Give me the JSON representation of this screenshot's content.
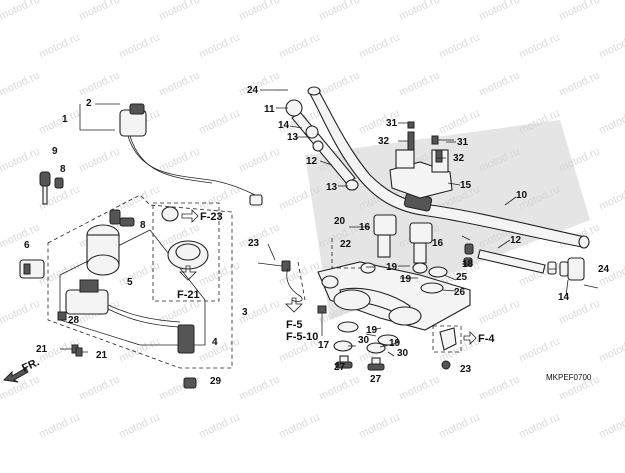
{
  "watermark": "motod.ru",
  "diagram_code": "MKPEF0700",
  "direction_label": "FR.",
  "callouts": {
    "c1": "1",
    "c2": "2",
    "c3": "3",
    "c4": "4",
    "c5": "5",
    "c6": "6",
    "c8": "8",
    "c9": "9",
    "c10": "10",
    "c11": "11",
    "c12a": "12",
    "c12b": "12",
    "c13a": "13",
    "c13b": "13",
    "c14a": "14",
    "c14b": "14",
    "c15": "15",
    "c16a": "16",
    "c16b": "16",
    "c17": "17",
    "c18": "18",
    "c19a": "19",
    "c19b": "19",
    "c19c": "19",
    "c19d": "19",
    "c20": "20",
    "c21a": "21",
    "c21b": "21",
    "c22": "22",
    "c23a": "23",
    "c23b": "23",
    "c24a": "24",
    "c24b": "24",
    "c25": "25",
    "c26": "26",
    "c27a": "27",
    "c27b": "27",
    "c28": "28",
    "c29": "29",
    "c30a": "30",
    "c30b": "30",
    "c31a": "31",
    "c31b": "31",
    "c32a": "32",
    "c32b": "32"
  },
  "references": {
    "f23": "F-23",
    "f21": "F-21",
    "f5": "F-5",
    "f510": "F-5-10",
    "f4": "F-4"
  },
  "colors": {
    "ink": "#111111",
    "watermark": "#bdbdbd",
    "shading": "#cfcfcf"
  }
}
